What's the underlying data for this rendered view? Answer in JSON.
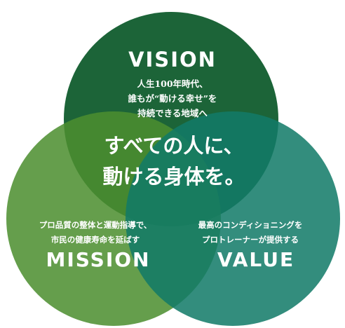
{
  "colors": {
    "vision": "#0e5a2c",
    "mission": "#4c8e2e",
    "value": "#117a68",
    "text": "#ffffff"
  },
  "vision": {
    "heading": "VISION",
    "lines": [
      "人生100年時代、",
      "誰もが“動ける幸せ”を",
      "持続できる地域へ"
    ]
  },
  "mission": {
    "heading": "MISSION",
    "lines": [
      "プロ品質の整体と運動指導で、",
      "市民の健康寿命を延ばす"
    ]
  },
  "value": {
    "heading": "VALUE",
    "lines": [
      "最高のコンディショニングを",
      "プロトレーナーが提供する"
    ]
  },
  "center": {
    "lines": [
      "すべての人に、",
      "動ける身体を。"
    ]
  }
}
